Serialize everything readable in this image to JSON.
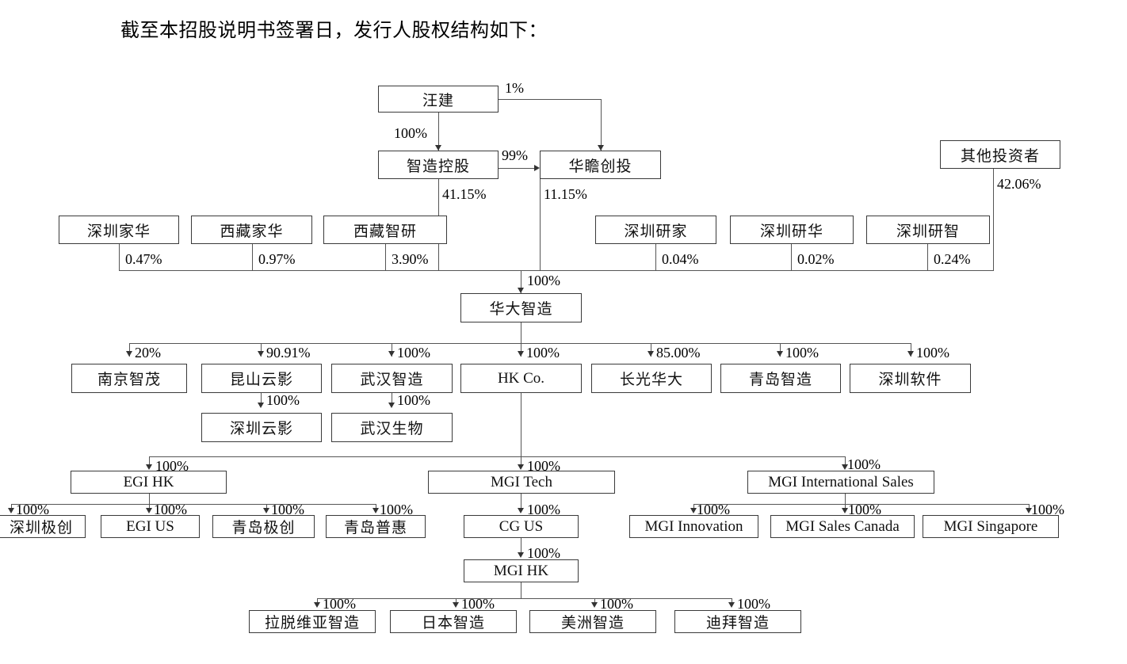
{
  "title": "截至本招股说明书签署日，发行人股权结构如下：",
  "diagram": {
    "type": "org-chart",
    "nodes": {
      "wangjian": "汪建",
      "zhizao_holding": "智造控股",
      "huazhan": "华瞻创投",
      "other_investors": "其他投资者",
      "sz_jiahua": "深圳家华",
      "xz_jiahua": "西藏家华",
      "xz_zhiyan": "西藏智研",
      "sz_yanjia": "深圳研家",
      "sz_yanhua": "深圳研华",
      "sz_yanzhi": "深圳研智",
      "huada_zhizao": "华大智造",
      "nanjing_zhimao": "南京智茂",
      "kunshan_yunying": "昆山云影",
      "wuhan_zhizao": "武汉智造",
      "hk_co": "HK Co.",
      "changguang_huada": "长光华大",
      "qingdao_zhizao": "青岛智造",
      "shenzhen_software": "深圳软件",
      "shenzhen_yunying": "深圳云影",
      "wuhan_shengwu": "武汉生物",
      "egi_hk": "EGI HK",
      "mgi_tech": "MGI Tech",
      "mgi_intl_sales": "MGI International Sales",
      "shenzhen_jichuang": "深圳极创",
      "egi_us": "EGI US",
      "qingdao_jichuang": "青岛极创",
      "qingdao_puhui": "青岛普惠",
      "cg_us": "CG US",
      "mgi_innovation": "MGI Innovation",
      "mgi_sales_canada": "MGI Sales Canada",
      "mgi_singapore": "MGI Singapore",
      "mgi_hk": "MGI HK",
      "latvia_zhizao": "拉脱维亚智造",
      "japan_zhizao": "日本智造",
      "america_zhizao": "美洲智造",
      "dubai_zhizao": "迪拜智造"
    },
    "edges": {
      "wangjian_to_zhizao": "100%",
      "wangjian_to_huazhan": "1%",
      "zhizao_to_huazhan": "99%",
      "zhizao_to_huada": "41.15%",
      "huazhan_to_huada": "11.15%",
      "other_to_huada": "42.06%",
      "sz_jiahua_to_huada": "0.47%",
      "xz_jiahua_to_huada": "0.97%",
      "xz_zhiyan_to_huada": "3.90%",
      "sz_yanjia_to_huada": "0.04%",
      "sz_yanhua_to_huada": "0.02%",
      "sz_yanzhi_to_huada": "0.24%",
      "bus_to_huada": "100%",
      "huada_to_nanjing": "20%",
      "huada_to_kunshan": "90.91%",
      "huada_to_wuhan": "100%",
      "huada_to_hkco": "100%",
      "huada_to_changguang": "85.00%",
      "huada_to_qingdao": "100%",
      "huada_to_software": "100%",
      "kunshan_to_szyunying": "100%",
      "wuhan_to_shengwu": "100%",
      "hkco_to_egihk": "100%",
      "hkco_to_mgitech": "100%",
      "hkco_to_mgiintl": "100%",
      "egihk_to_szjichuang": "100%",
      "egihk_to_egius": "100%",
      "egihk_to_qdjichuang": "100%",
      "egihk_to_qdpuhui": "100%",
      "mgitech_to_cgus": "100%",
      "mgiintl_to_innovation": "100%",
      "mgiintl_to_canada": "100%",
      "mgiintl_to_singapore": "100%",
      "cgus_to_mgihk": "100%",
      "mgihk_to_latvia": "100%",
      "mgihk_to_japan": "100%",
      "mgihk_to_america": "100%",
      "mgihk_to_dubai": "100%"
    }
  }
}
